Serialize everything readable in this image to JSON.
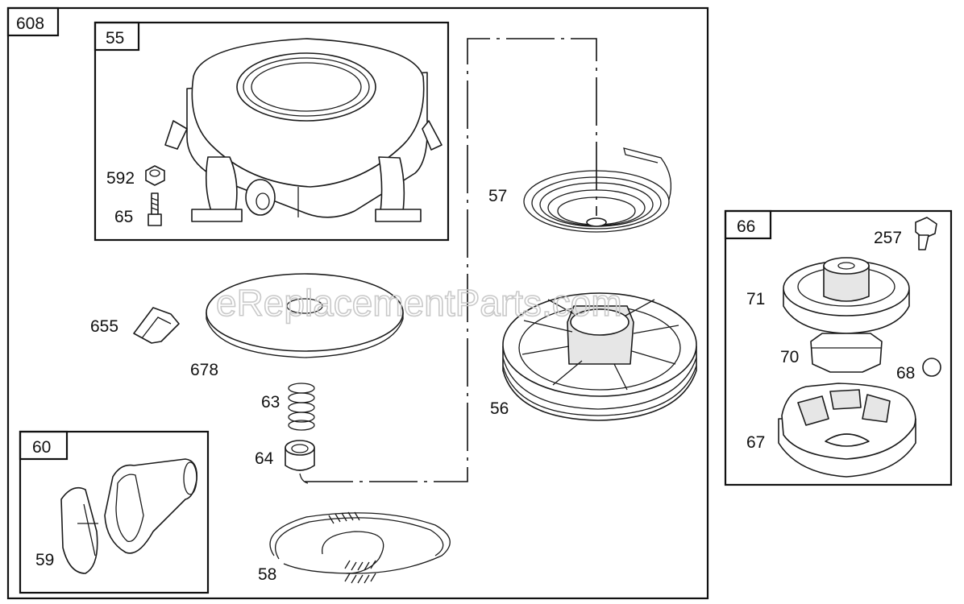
{
  "watermark": "eReplacementParts.com",
  "assembly": {
    "label": "608"
  },
  "subassemblies": {
    "air_cleaner_box": "55",
    "handle_box": "60",
    "starter_box": "66"
  },
  "parts": {
    "p592": "592",
    "p65": "65",
    "p655": "655",
    "p678": "678",
    "p63": "63",
    "p64": "64",
    "p58": "58",
    "p59": "59",
    "p57": "57",
    "p56": "56",
    "p257": "257",
    "p71": "71",
    "p70": "70",
    "p68": "68",
    "p67": "67"
  }
}
